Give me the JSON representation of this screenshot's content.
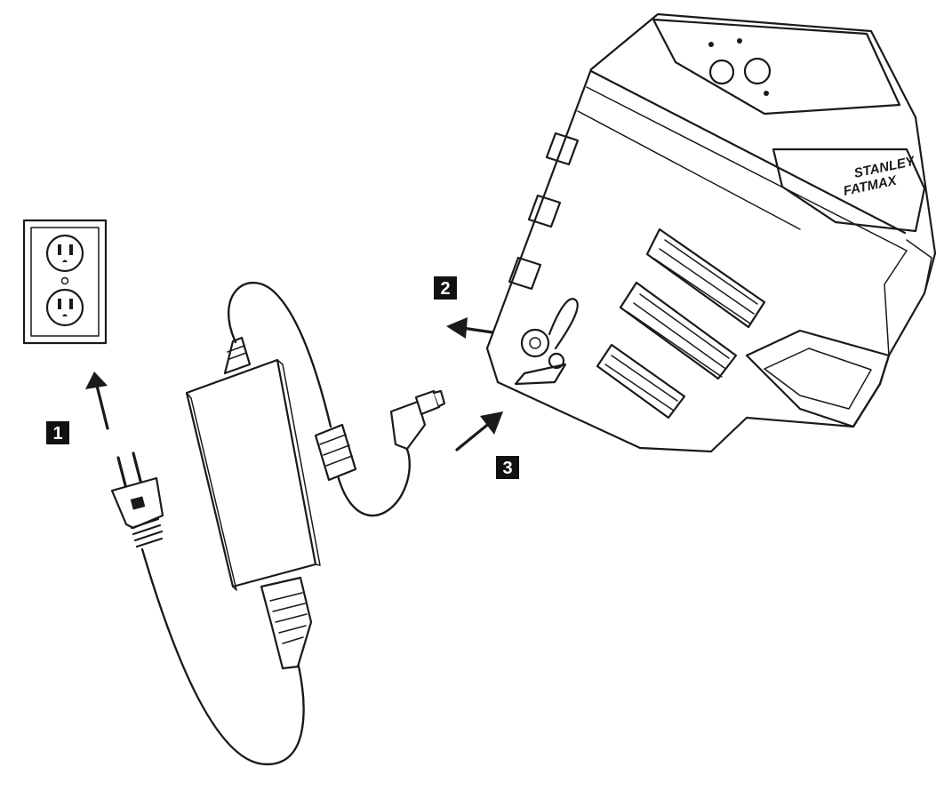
{
  "steps": [
    {
      "number": "1"
    },
    {
      "number": "2"
    },
    {
      "number": "3"
    }
  ],
  "device": {
    "brand_line1": "STANLEY",
    "brand_line2": "FATMAX"
  },
  "icons": [
    "wall-outlet-icon",
    "ac-plug-icon",
    "power-adapter-icon",
    "dc-connector-icon",
    "charging-port-icon",
    "arrow-icon"
  ]
}
